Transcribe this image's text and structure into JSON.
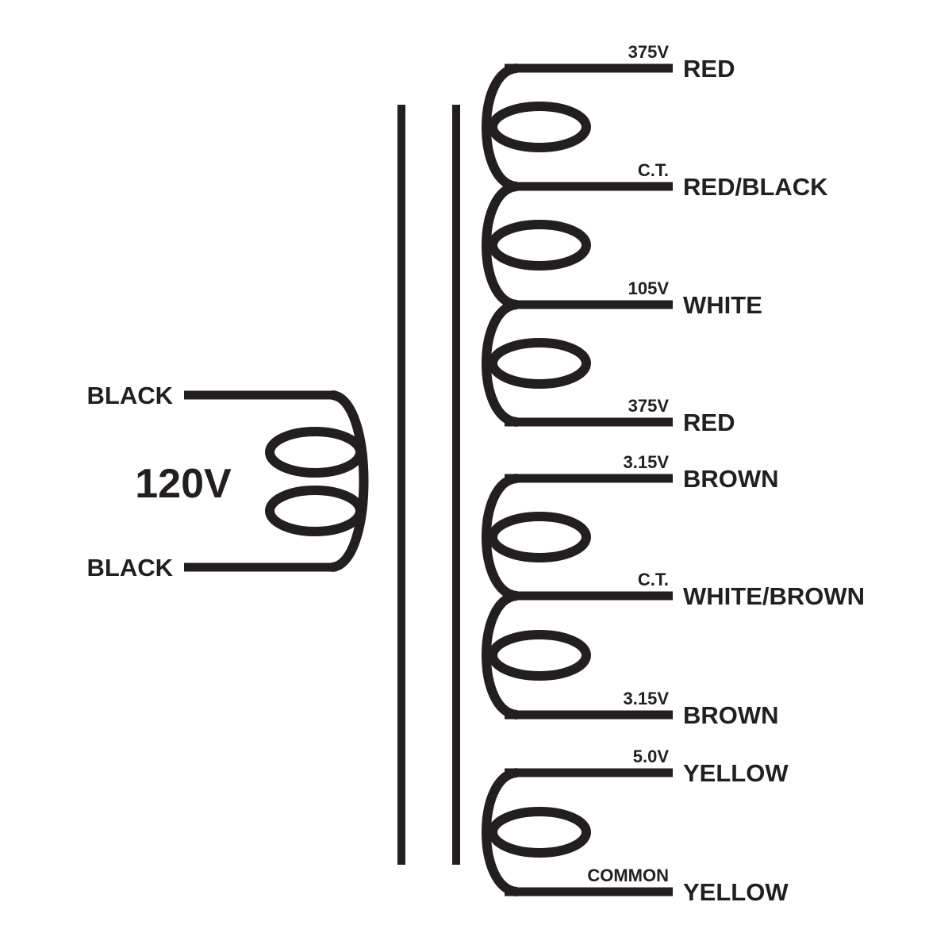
{
  "colors": {
    "ink": "#231f20",
    "background": "#ffffff"
  },
  "primary": {
    "voltage_label": "120V",
    "leads": [
      {
        "color": "BLACK"
      },
      {
        "color": "BLACK"
      }
    ]
  },
  "secondary_windings": [
    {
      "leads": [
        {
          "tap": "375V",
          "color": "RED"
        },
        {
          "tap": "C.T.",
          "color": "RED/BLACK"
        },
        {
          "tap": "105V",
          "color": "WHITE"
        },
        {
          "tap": "375V",
          "color": "RED"
        }
      ]
    },
    {
      "leads": [
        {
          "tap": "3.15V",
          "color": "BROWN"
        },
        {
          "tap": "C.T.",
          "color": "WHITE/BROWN"
        },
        {
          "tap": "3.15V",
          "color": "BROWN"
        }
      ]
    },
    {
      "leads": [
        {
          "tap": "5.0V",
          "color": "YELLOW"
        },
        {
          "tap": "COMMON",
          "color": "YELLOW"
        }
      ]
    }
  ]
}
